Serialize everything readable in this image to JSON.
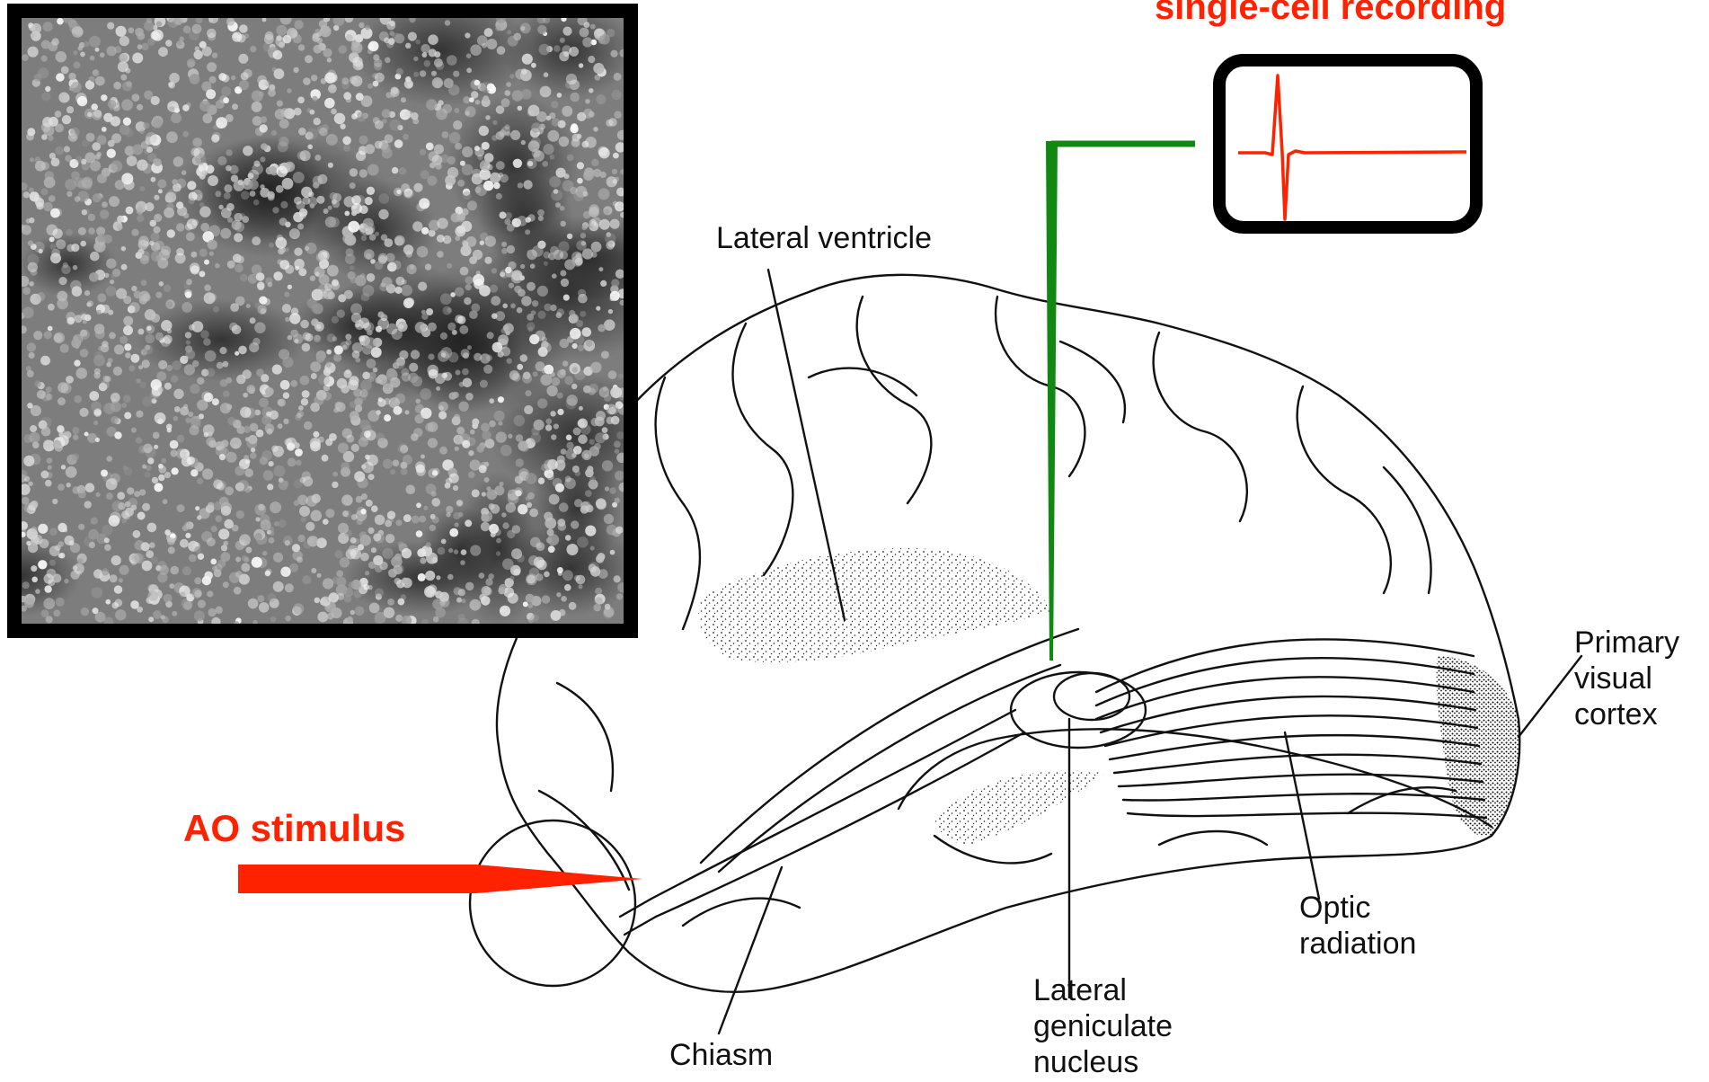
{
  "labels": {
    "recording": "single-cell recording",
    "stimulus": "AO stimulus",
    "lateral_ventricle": "Lateral ventricle",
    "primary_visual_cortex": [
      "Primary",
      "visual",
      "cortex"
    ],
    "optic_radiation": [
      "Optic",
      "radiation"
    ],
    "lgn": [
      "Lateral",
      "geniculate",
      "nucleus"
    ],
    "chiasm": "Chiasm"
  },
  "colors": {
    "accent_red": "#ff2200",
    "electrode_green": "#118811",
    "trace_red": "#ff2200",
    "frame_black": "#000000"
  },
  "icons": {
    "retina_image": "adaptive-optics-cone-mosaic",
    "scope": "spike-waveform-display",
    "electrode": "recording-electrode",
    "stimulus_arrow": "stimulus-arrow"
  }
}
